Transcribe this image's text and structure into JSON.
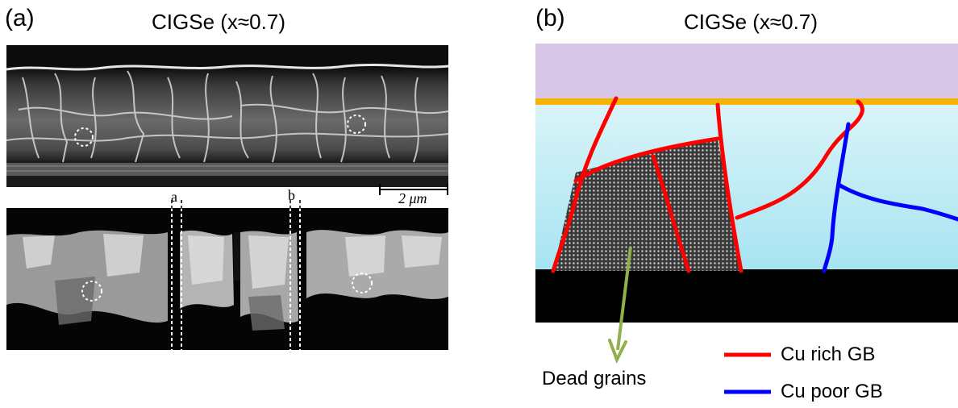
{
  "panel_a": {
    "label": "(a)",
    "title": "CIGSe (x≈0.7)",
    "scale_bar_label": "2 μm",
    "line_a_label": "a",
    "line_b_label": "b"
  },
  "panel_b": {
    "label": "(b)",
    "title": "CIGSe (x≈0.7)",
    "dead_grains_label": "Dead grains",
    "legend": [
      {
        "label": "Cu rich GB",
        "color": "#ff0000"
      },
      {
        "label": "Cu poor GB",
        "color": "#0000ff"
      }
    ]
  },
  "colors": {
    "top_layer": "#d8c6e6",
    "interface": "#f5b400",
    "absorber_top": "#d9f4f8",
    "absorber_bottom": "#a7e4f2",
    "substrate": "#000000",
    "arrow": "#8fb04a"
  }
}
